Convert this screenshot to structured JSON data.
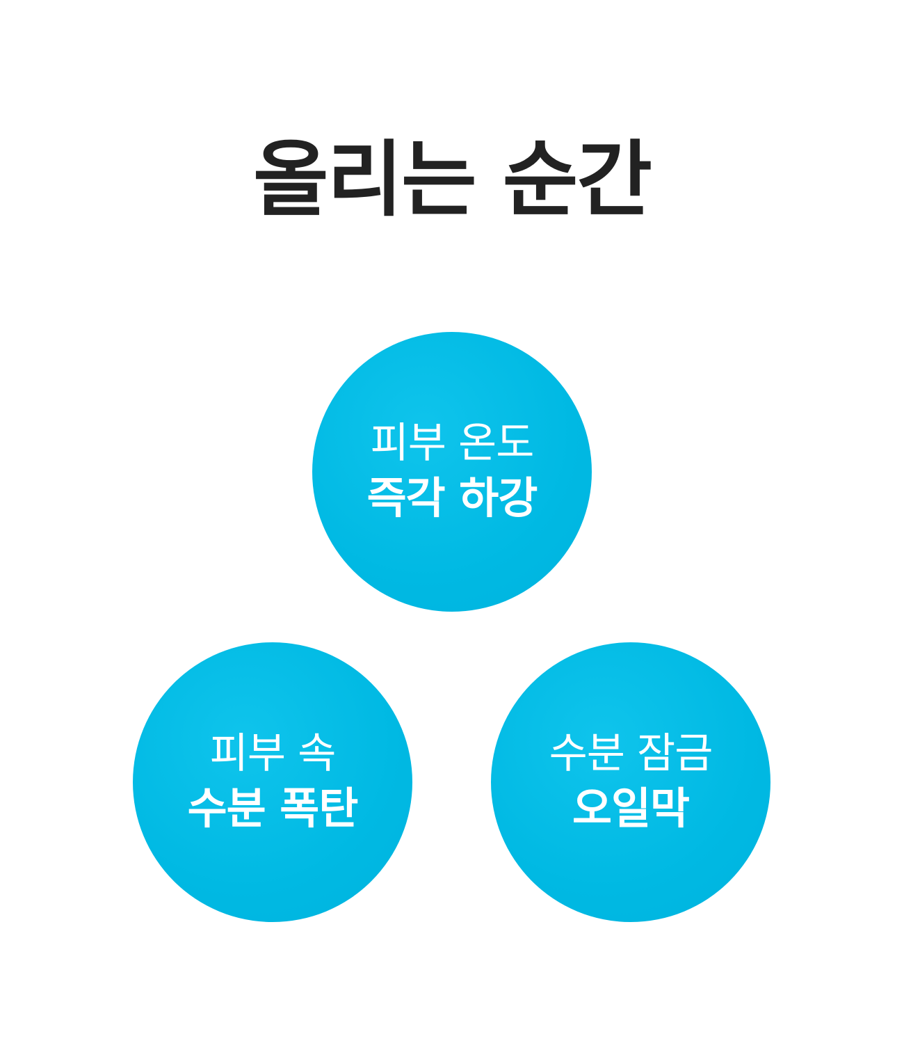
{
  "title": "올리는 순간",
  "circles": [
    {
      "line1": "피부 온도",
      "line2": "즉각 하강"
    },
    {
      "line1": "피부 속",
      "line2": "수분 폭탄"
    },
    {
      "line1": "수분 잠금",
      "line2": "오일막"
    }
  ],
  "colors": {
    "circle_fill": "#00b9e3",
    "title_text": "#222222",
    "circle_text": "#ffffff",
    "background": "#ffffff"
  }
}
